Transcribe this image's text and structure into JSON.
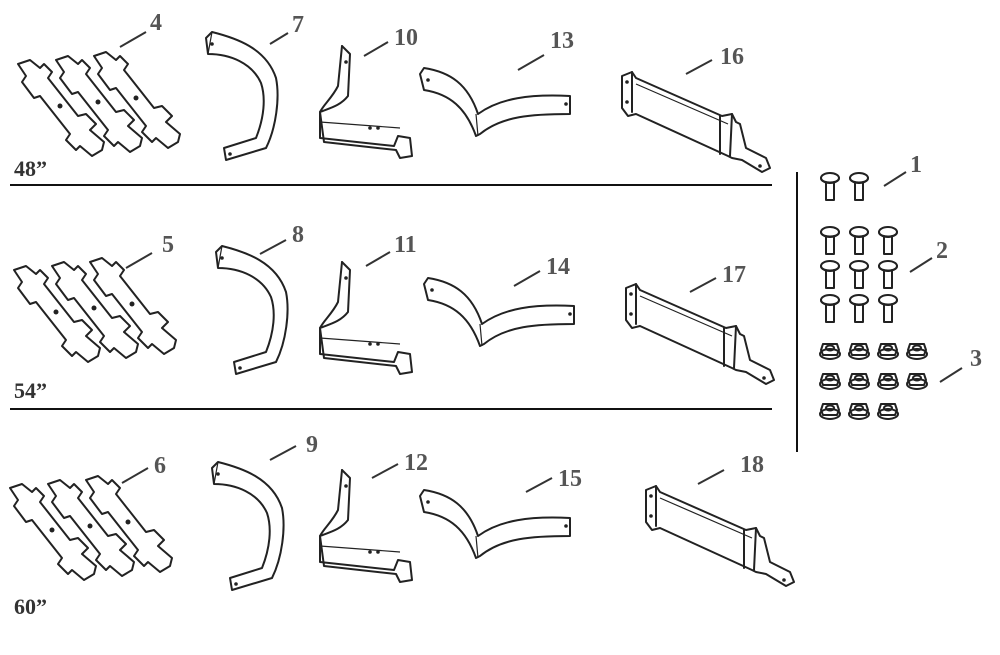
{
  "callouts": {
    "c1": "1",
    "c2": "2",
    "c3": "3",
    "c4": "4",
    "c5": "5",
    "c6": "6",
    "c7": "7",
    "c8": "8",
    "c9": "9",
    "c10": "10",
    "c11": "11",
    "c12": "12",
    "c13": "13",
    "c14": "14",
    "c15": "15",
    "c16": "16",
    "c17": "17",
    "c18": "18"
  },
  "deck_sizes": {
    "s48": "48”",
    "s54": "54”",
    "s60": "60”"
  },
  "colors": {
    "line": "#222222",
    "label": "#555555"
  }
}
